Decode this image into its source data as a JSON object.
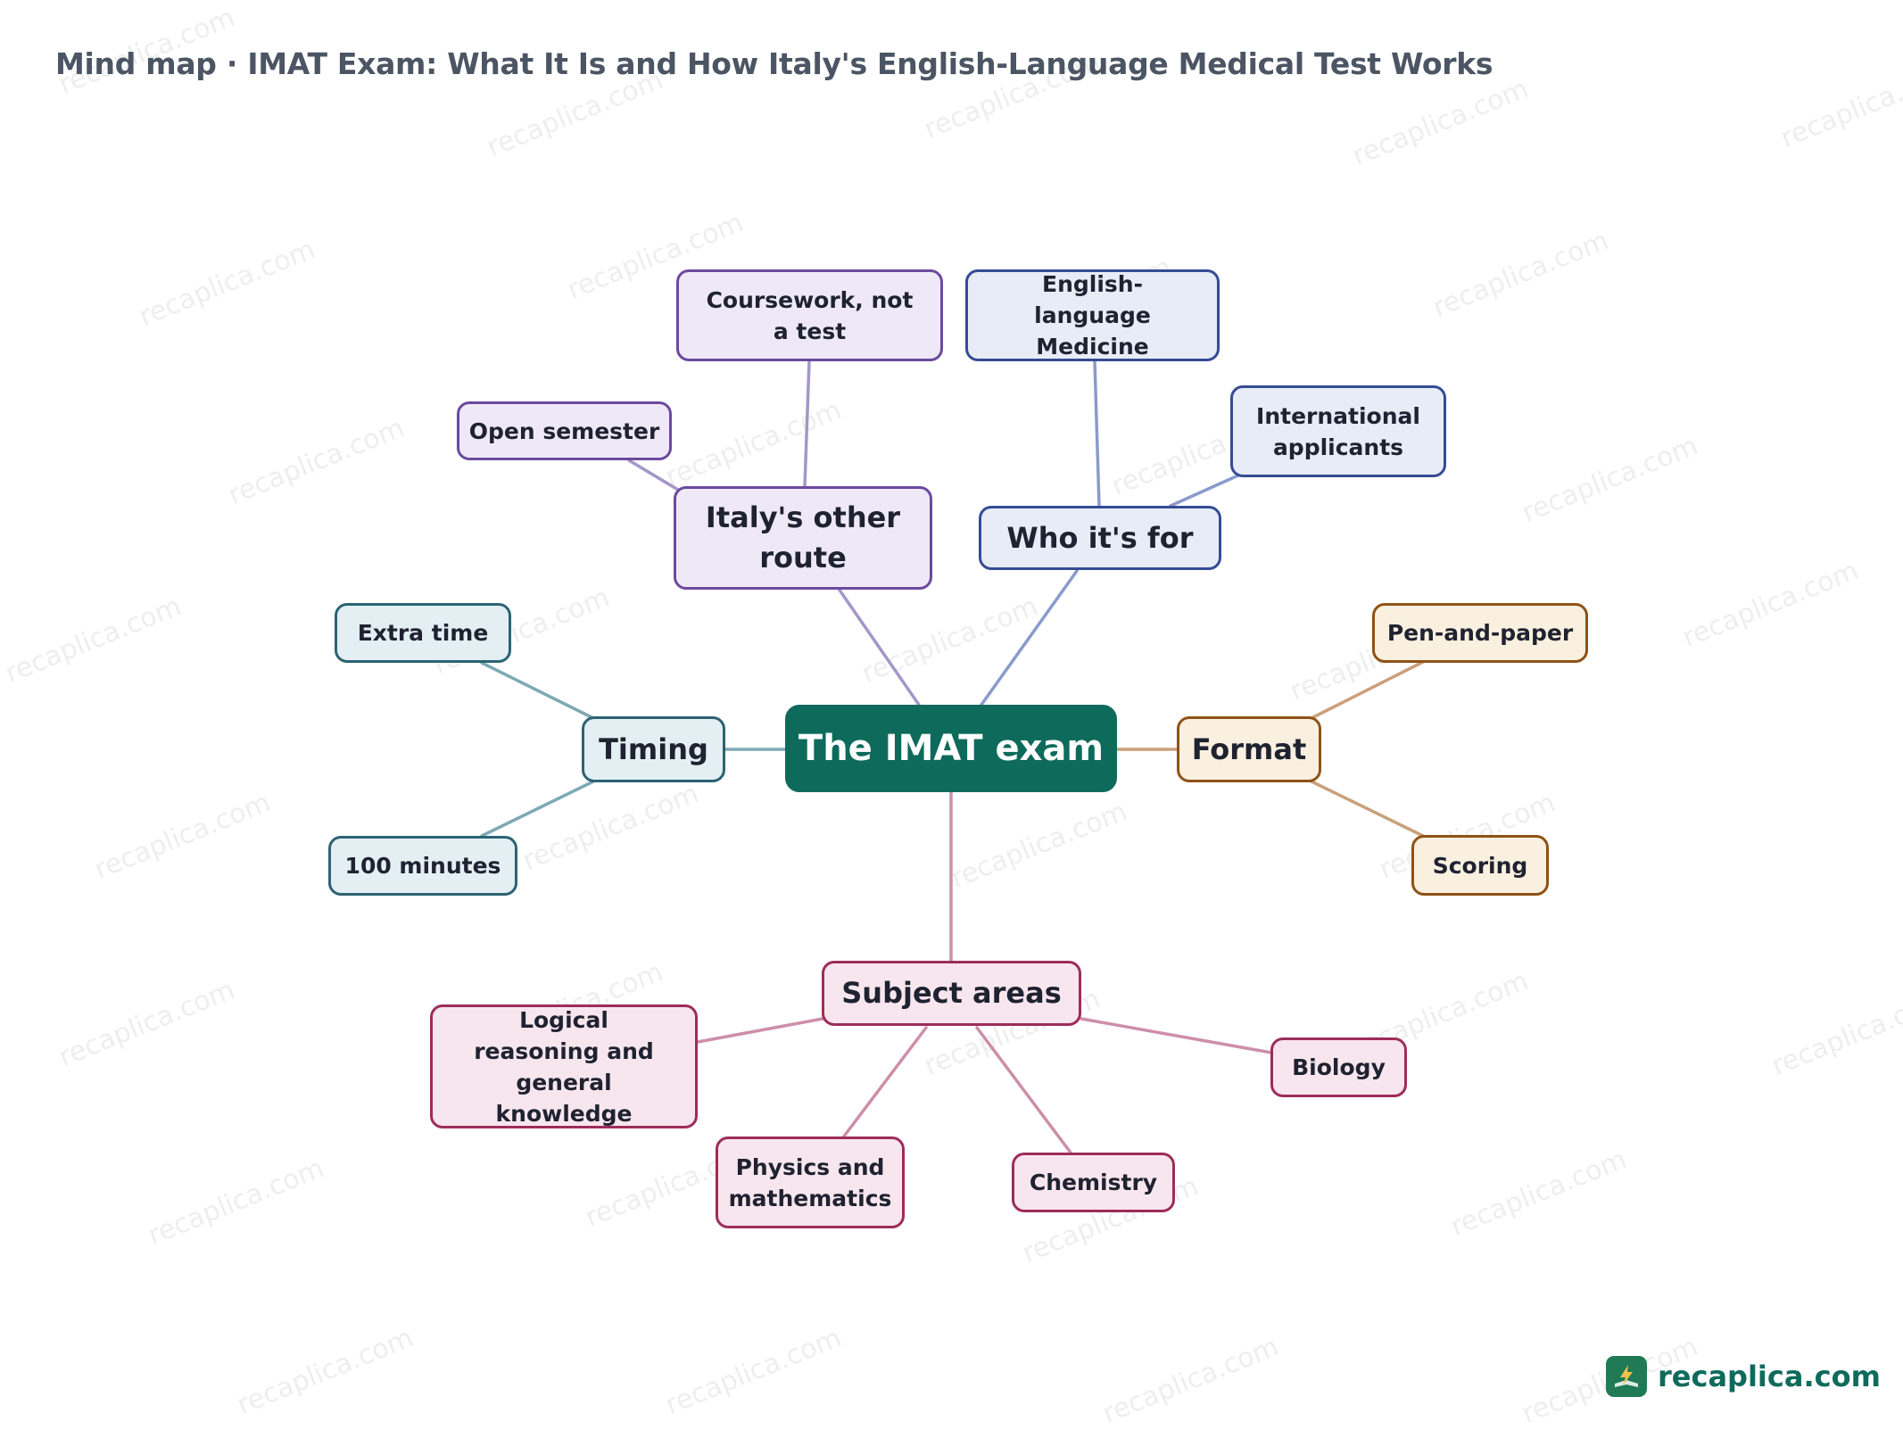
{
  "header": {
    "title": "Mind map · IMAT Exam: What It Is and How Italy's English-Language Medical Test Works"
  },
  "watermark": "recaplica.com",
  "colors": {
    "root": "#0e6b5c",
    "purple": "#6c4a9e",
    "blue": "#354c94",
    "teal": "#2c6373",
    "orange": "#8f5216",
    "pink": "#9c2d5a"
  },
  "mindmap": {
    "root": "The IMAT exam",
    "branches": {
      "route": {
        "label": "Italy's other route",
        "children": [
          "Coursework, not a test",
          "Open semester"
        ]
      },
      "who": {
        "label": "Who it's for",
        "children": [
          "English-language Medicine",
          "International applicants"
        ]
      },
      "timing": {
        "label": "Timing",
        "children": [
          "Extra time",
          "100 minutes"
        ]
      },
      "format": {
        "label": "Format",
        "children": [
          "Pen-and-paper",
          "Scoring"
        ]
      },
      "subjects": {
        "label": "Subject areas",
        "children": [
          "Logical reasoning and general knowledge",
          "Physics and mathematics",
          "Chemistry",
          "Biology"
        ]
      }
    }
  },
  "brand": {
    "name": "recaplica.com",
    "icon": "lightning-book-icon"
  }
}
